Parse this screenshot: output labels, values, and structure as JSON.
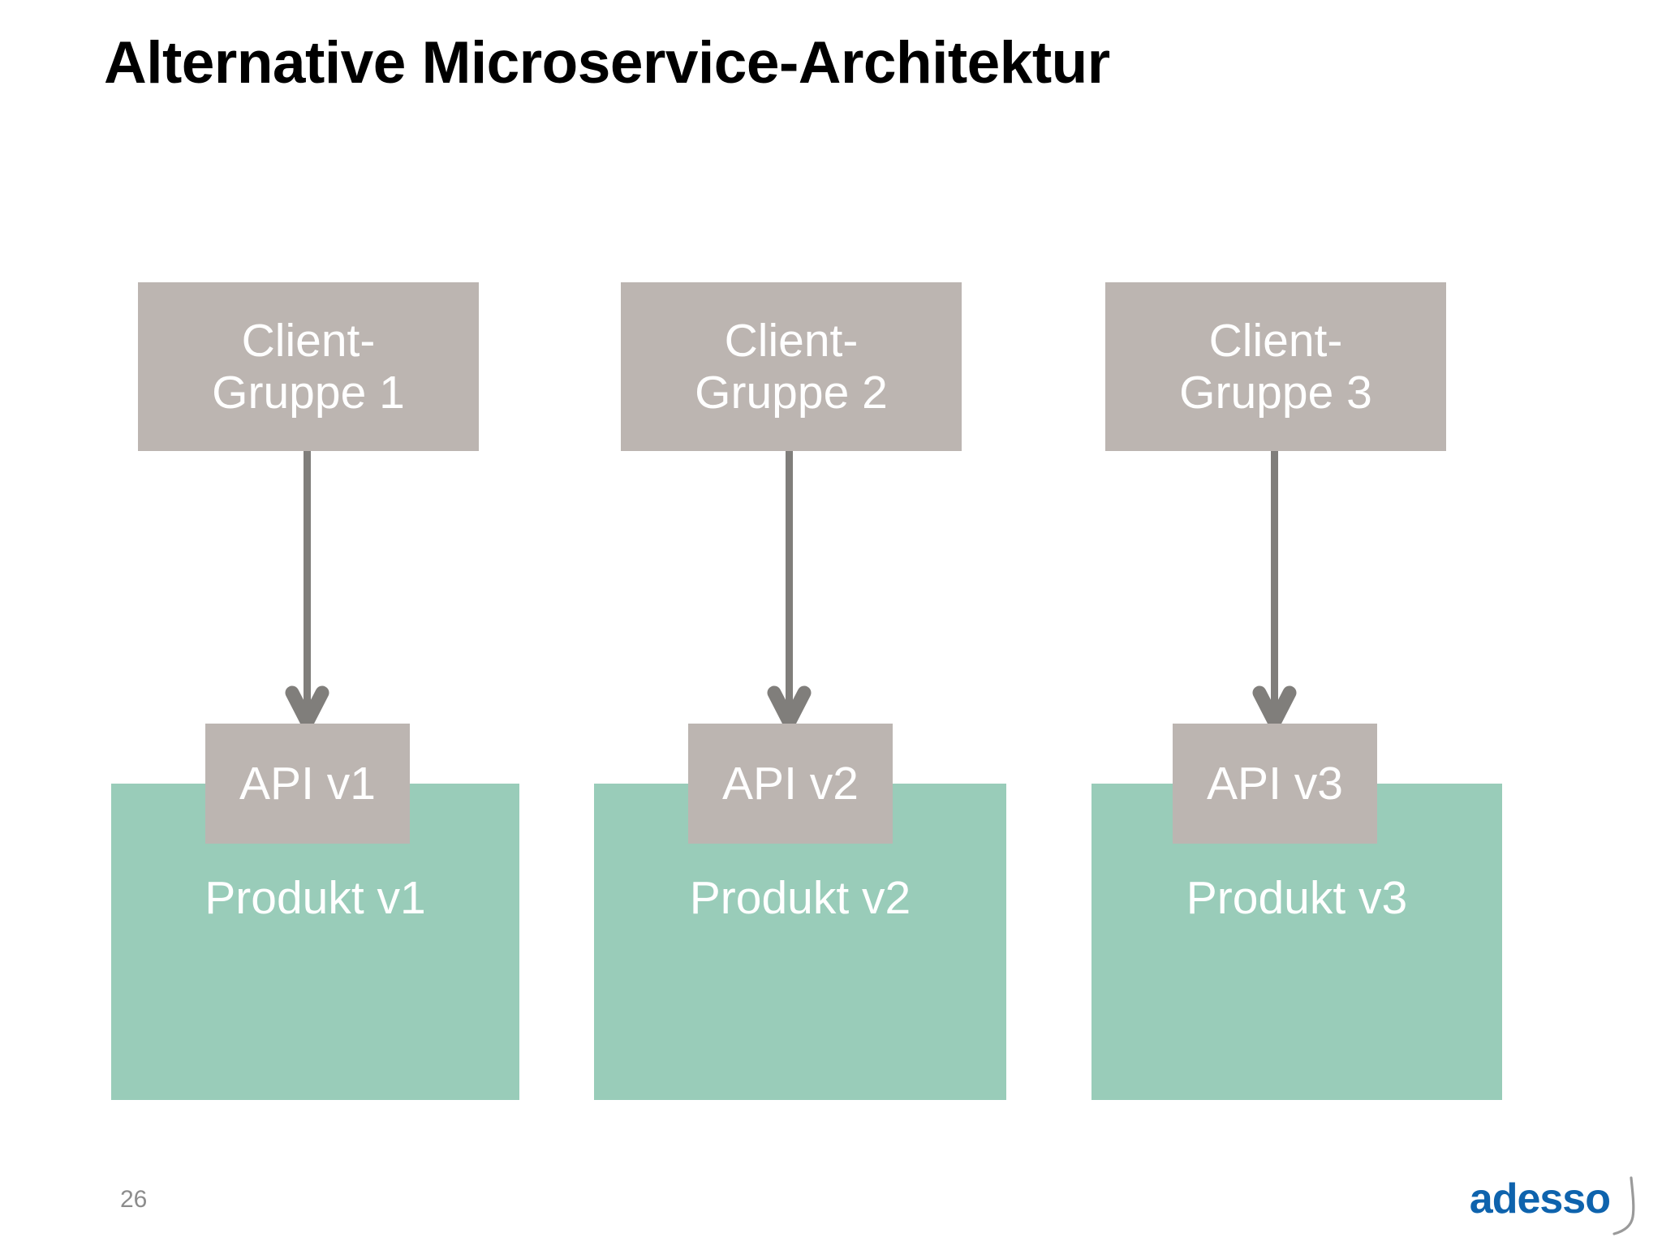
{
  "slide": {
    "title": "Alternative Microservice-Architektur",
    "page_number": "26",
    "background_color": "#ffffff"
  },
  "colors": {
    "client_box": "#bcb5b1",
    "api_box": "#bcb5b1",
    "produkt_box": "#99ccb9",
    "arrow": "#807e7b",
    "box_text": "#ffffff",
    "title_text": "#000000",
    "page_number_text": "#8c8c8c",
    "logo_blue": "#0e63ad",
    "logo_swoosh": "#9a9a9a"
  },
  "diagram": {
    "type": "architecture-diagram",
    "columns": [
      {
        "client_label_line1": "Client-",
        "client_label_line2": "Gruppe 1",
        "api_label": "API v1",
        "produkt_label": "Produkt v1",
        "arrow": {
          "from": "Client-Gruppe 1",
          "to": "API v1",
          "direction": "down"
        }
      },
      {
        "client_label_line1": "Client-",
        "client_label_line2": "Gruppe 2",
        "api_label": "API v2",
        "produkt_label": "Produkt v2",
        "arrow": {
          "from": "Client-Gruppe 2",
          "to": "API v2",
          "direction": "down"
        }
      },
      {
        "client_label_line1": "Client-",
        "client_label_line2": "Gruppe 3",
        "api_label": "API v3",
        "produkt_label": "Produkt v3",
        "arrow": {
          "from": "Client-Gruppe 3",
          "to": "API v3",
          "direction": "down"
        }
      }
    ]
  },
  "logo": {
    "name": "adesso",
    "wordmark": "adesso",
    "mark": "swoosh-icon"
  }
}
